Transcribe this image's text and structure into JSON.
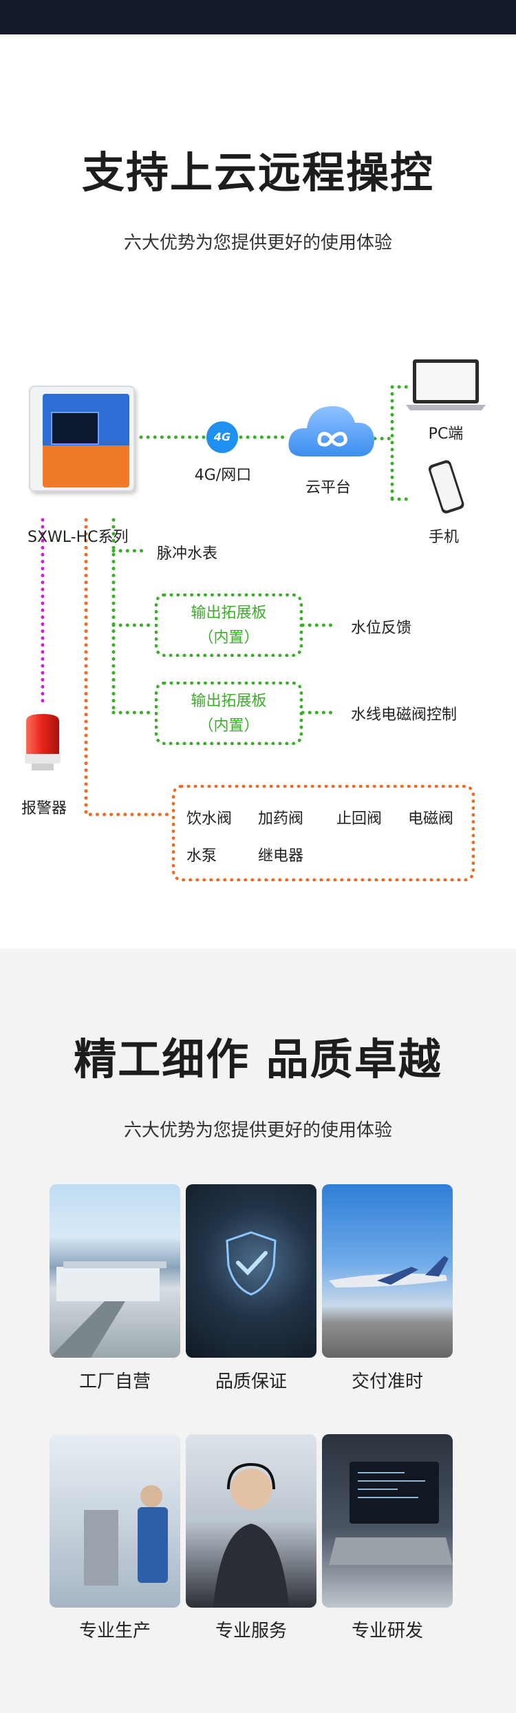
{
  "section1": {
    "title": "支持上云远程操控",
    "subtitle": "六大优势为您提供更好的使用体验",
    "device_label": "SXWL-HC系列",
    "network_label": "4G/网口",
    "badge_4g": "4G",
    "cloud_label": "云平台",
    "pc_label": "PC端",
    "phone_label": "手机",
    "pulse_meter": "脉冲水表",
    "board1": {
      "line1": "输出拓展板",
      "line2": "（内置）"
    },
    "board1_target": "水位反馈",
    "board2": {
      "line1": "输出拓展板",
      "line2": "（内置）"
    },
    "board2_target": "水线电磁阀控制",
    "alarm_label": "报警器",
    "valves": [
      "饮水阀",
      "加药阀",
      "止回阀",
      "电磁阀",
      "水泵",
      "继电器"
    ]
  },
  "section2": {
    "title": "精工细作 品质卓越",
    "subtitle": "六大优势为您提供更好的使用体验",
    "cards": [
      {
        "caption": "工厂自营"
      },
      {
        "caption": "品质保证"
      },
      {
        "caption": "交付准时"
      },
      {
        "caption": "专业生产"
      },
      {
        "caption": "专业服务"
      },
      {
        "caption": "专业研发"
      }
    ]
  },
  "colors": {
    "green": "#3cad2a",
    "orange": "#f06a1f",
    "magenta": "#d21fd2",
    "blue": "#1f8ff0"
  }
}
